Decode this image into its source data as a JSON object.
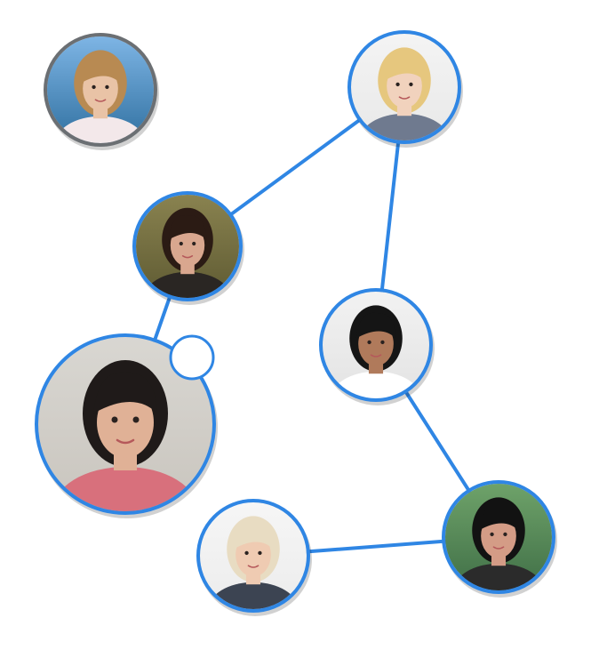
{
  "colors": {
    "edge": "#2f86e4",
    "ring_active": "#2f86e4",
    "ring_inactive": "#6b6f73",
    "background": "#ffffff",
    "badge_fill": "#ffffff"
  },
  "nodes": [
    {
      "id": "woman-sea",
      "icon": "person-avatar-icon",
      "active": false,
      "skin": "#e9c3a6",
      "hair": "#b88a52",
      "bg_top": "#7fb6e6",
      "bg_bottom": "#2f6f9f",
      "shirt": "#f3e8ea"
    },
    {
      "id": "blonde-woman",
      "icon": "person-avatar-icon",
      "active": true,
      "skin": "#f1d2bd",
      "hair": "#e6c77e",
      "bg_top": "#f4f4f4",
      "bg_bottom": "#e8e8e8",
      "shirt": "#6f7a8f"
    },
    {
      "id": "dark-hair-woman",
      "icon": "person-avatar-icon",
      "active": true,
      "skin": "#d9a78f",
      "hair": "#2b1b14",
      "bg_top": "#8a8350",
      "bg_bottom": "#5e5a32",
      "shirt": "#2a2623"
    },
    {
      "id": "woman-white-top",
      "icon": "person-avatar-icon",
      "active": true,
      "skin": "#b07a5b",
      "hair": "#151515",
      "bg_top": "#f2f2f2",
      "bg_bottom": "#e3e3e3",
      "shirt": "#ffffff"
    },
    {
      "id": "man-glasses",
      "icon": "person-avatar-icon",
      "active": true,
      "skin": "#e0b196",
      "hair": "#1f1a19",
      "bg_top": "#d9d7d2",
      "bg_bottom": "#c9c5be",
      "shirt": "#d8707c"
    },
    {
      "id": "short-hair-woman",
      "icon": "person-avatar-icon",
      "active": true,
      "skin": "#efcbb2",
      "hair": "#e8dcc2",
      "bg_top": "#f6f6f6",
      "bg_bottom": "#ececec",
      "shirt": "#3c4452"
    },
    {
      "id": "man-sunglasses",
      "icon": "person-avatar-icon",
      "active": true,
      "skin": "#d49c86",
      "hair": "#121212",
      "bg_top": "#6fa36a",
      "bg_bottom": "#3f6e46",
      "shirt": "#2b2b2b"
    }
  ],
  "edges": [
    [
      "blonde-woman",
      "dark-hair-woman"
    ],
    [
      "blonde-woman",
      "woman-white-top"
    ],
    [
      "dark-hair-woman",
      "man-glasses"
    ],
    [
      "woman-white-top",
      "man-sunglasses"
    ],
    [
      "man-sunglasses",
      "short-hair-woman"
    ]
  ],
  "badge": {
    "node": "man-glasses",
    "icon": "status-badge-icon"
  }
}
